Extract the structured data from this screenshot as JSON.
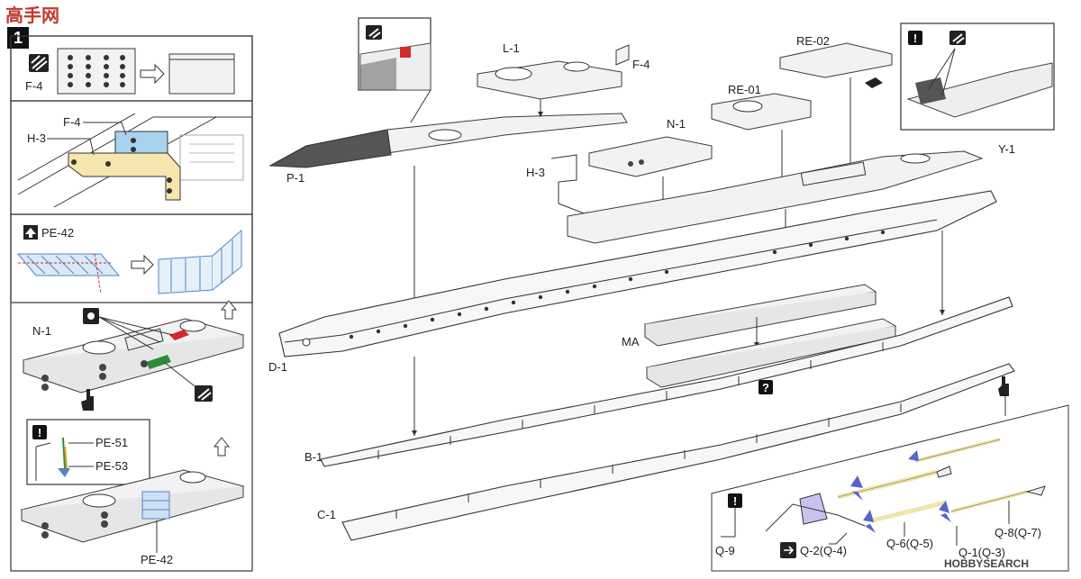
{
  "watermark": {
    "logo": "高手网",
    "footer": "HOBBYSEARCH"
  },
  "step": {
    "number": "1"
  },
  "inset": {
    "f4_label": "F-4",
    "f4_h3_label": "F-4",
    "h3_label": "H-3",
    "pe42_label": "PE-42",
    "n1_label": "N-1",
    "pe51_label": "PE-51",
    "pe53_label": "PE-53",
    "pe42_bottom_label": "PE-42"
  },
  "parts": {
    "p1": "P-1",
    "l1": "L-1",
    "f4_top": "F-4",
    "re02": "RE-02",
    "re01": "RE-01",
    "n1": "N-1",
    "h3": "H-3",
    "y1": "Y-1",
    "d1": "D-1",
    "ma": "MA",
    "b1": "B-1",
    "c1": "C-1",
    "q9": "Q-9",
    "q2": "Q-2(Q-4)",
    "q6": "Q-6(Q-5)",
    "q1": "Q-1(Q-3)",
    "q8": "Q-8(Q-7)"
  },
  "colors": {
    "photoetch_blue": "#4f86c6",
    "highlight_blue": "#a9d2ee",
    "highlight_yellow": "#f5e6ad",
    "prop_blue": "#5566cc",
    "shaft_yellow": "#f0e4a8",
    "rudder_purple": "#c7c2ee",
    "accent_red": "#d42a2a",
    "accent_green": "#2e8b3a"
  },
  "icons": [
    "photo-etch-icon",
    "caution-icon",
    "question-icon",
    "glue-icon",
    "hand-icon",
    "fold-arrow-icon",
    "flip-icon"
  ]
}
